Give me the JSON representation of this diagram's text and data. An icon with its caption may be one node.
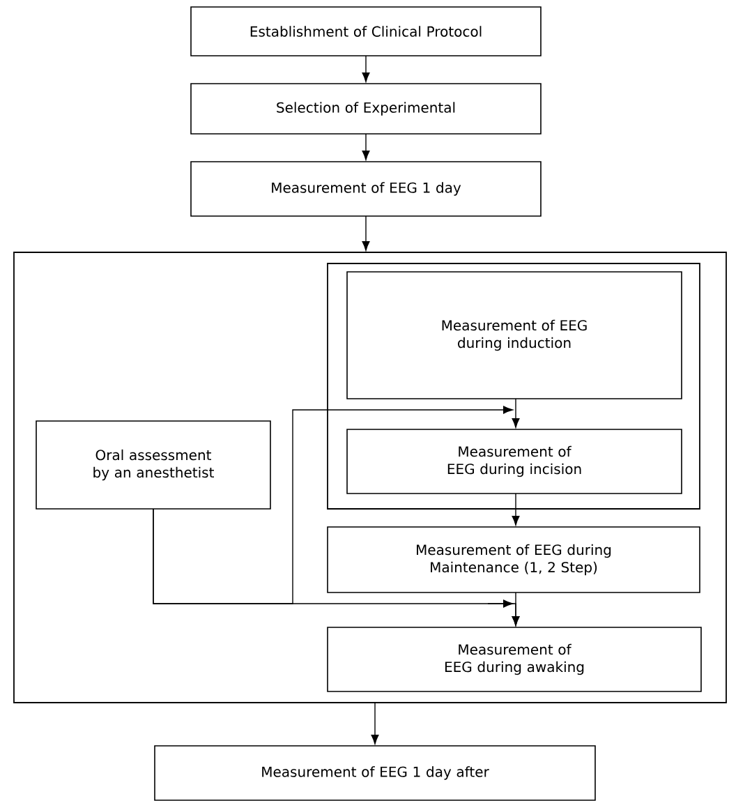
{
  "diagram": {
    "nodes": [
      {
        "text": [
          "Establishment of Clinical Protocol"
        ]
      },
      {
        "text": [
          "Selection of Experimental"
        ]
      },
      {
        "text": [
          "Measurement of EEG 1 day"
        ]
      },
      {
        "text": [],
        "shape": "box"
      },
      {
        "text": [],
        "shape": "box",
        "in": 3
      },
      {
        "text": [
          "Measurement of EEG during induction"
        ],
        "in": 4
      },
      {
        "text": [
          "Measurement of EEG during incision"
        ],
        "in": 4
      },
      {
        "text": [
          "Oral assessment by an anesthetist"
        ],
        "in": 3
      },
      {
        "text": [
          "Measurement of EEG during Maintenance (1, 2 Step)"
        ],
        "in": 3
      },
      {
        "text": [
          "Measurement of EEG during awaking"
        ],
        "in": 3
      },
      {
        "text": [
          "Measurement of EEG 1 day after"
        ]
      }
    ],
    "edges": [
      {
        "from": 0,
        "to": 1,
        "arrow": "to"
      },
      {
        "from": 1,
        "to": 2,
        "arrow": "to"
      },
      {
        "from": 2,
        "to": 3,
        "arrow": "to"
      },
      {
        "from": 5,
        "to": 6,
        "arrow": "to"
      },
      {
        "from": 7,
        "to": 6,
        "arrow": "to"
      },
      {
        "from": 6,
        "to": 8,
        "arrow": "to"
      },
      {
        "from": 7,
        "to": 9,
        "arrow": "to"
      },
      {
        "from": 8,
        "to": 9,
        "arrow": "to"
      },
      {
        "from": 3,
        "to": 10,
        "arrow": "to"
      }
    ]
  }
}
